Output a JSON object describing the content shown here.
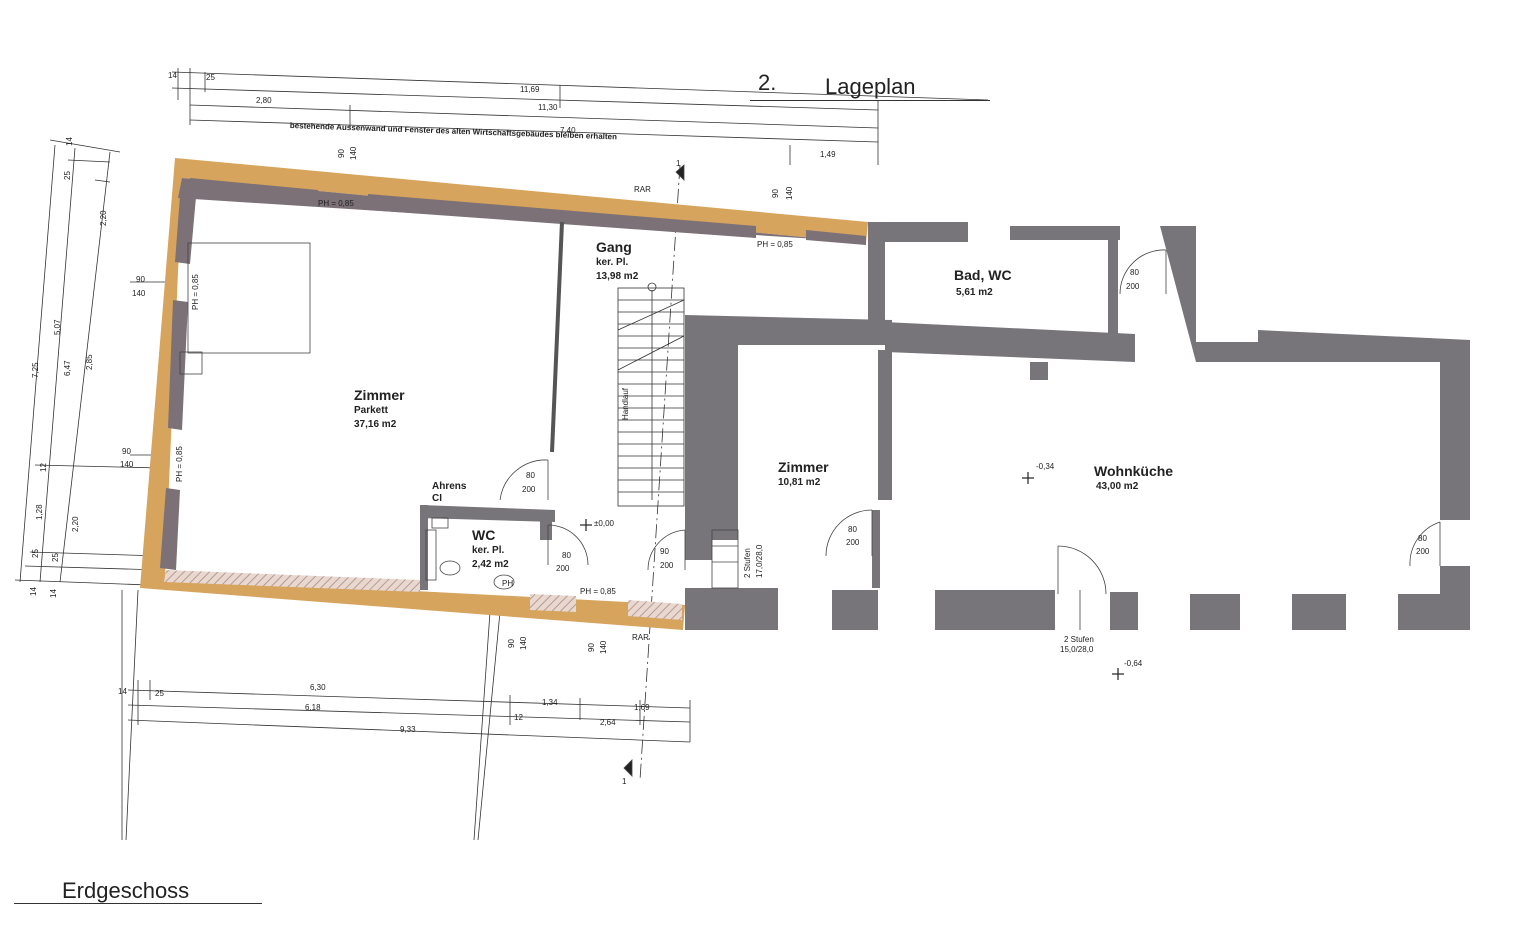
{
  "header": {
    "number": "2.",
    "title": "Lageplan"
  },
  "footer": {
    "floor": "Erdgeschoss"
  },
  "note": "bestehende Aussenwand und Fenster des alten Wirtschaftsgebäudes bleiben erhalten",
  "rooms": {
    "gang": {
      "name": "Gang",
      "floor": "ker. Pl.",
      "area": "13,98 m2"
    },
    "bad": {
      "name": "Bad, WC",
      "area": "5,61 m2"
    },
    "zimmer1": {
      "name": "Zimmer",
      "floor": "Parkett",
      "area": "37,16 m2"
    },
    "zimmer2": {
      "name": "Zimmer",
      "area": "10,81 m2"
    },
    "wohnkueche": {
      "name": "Wohnküche",
      "area": "43,00 m2"
    },
    "wc": {
      "name": "WC",
      "floor": "ker. Pl.",
      "area": "2,42 m2"
    }
  },
  "labels": {
    "ahrens": "Ahrens",
    "ci": "CI",
    "rar": "RAR",
    "ph": "PH = 0,85",
    "ph_short": "PH",
    "handlauf": "Handlauf",
    "level_zero": "±0,00",
    "level_a": "-0,34",
    "level_b": "-0,64",
    "stufen_a": "2 Stufen",
    "stufen_a_dim": "17,0/28,0",
    "stufen_b": "2 Stufen",
    "stufen_b_dim": "15,0/28,0",
    "section_mark": "1"
  },
  "dims": {
    "top": [
      "14",
      "25",
      "11,69",
      "2,80",
      "11,30",
      "7,40",
      "1,49"
    ],
    "bottom": [
      "14",
      "25",
      "6,30",
      "6,18",
      "1,34",
      "1,69",
      "12",
      "2,64",
      "9,33"
    ],
    "left_outer": [
      "7,25",
      "5,07",
      "1,28",
      "25",
      "14"
    ],
    "left_mid": [
      "6,47",
      "12"
    ],
    "left_inner": [
      "14",
      "25",
      "2,20",
      "2,85",
      "2,20",
      "25",
      "14"
    ],
    "door_80": "80",
    "door_200": "200",
    "win_90": "90",
    "win_140": "140"
  }
}
